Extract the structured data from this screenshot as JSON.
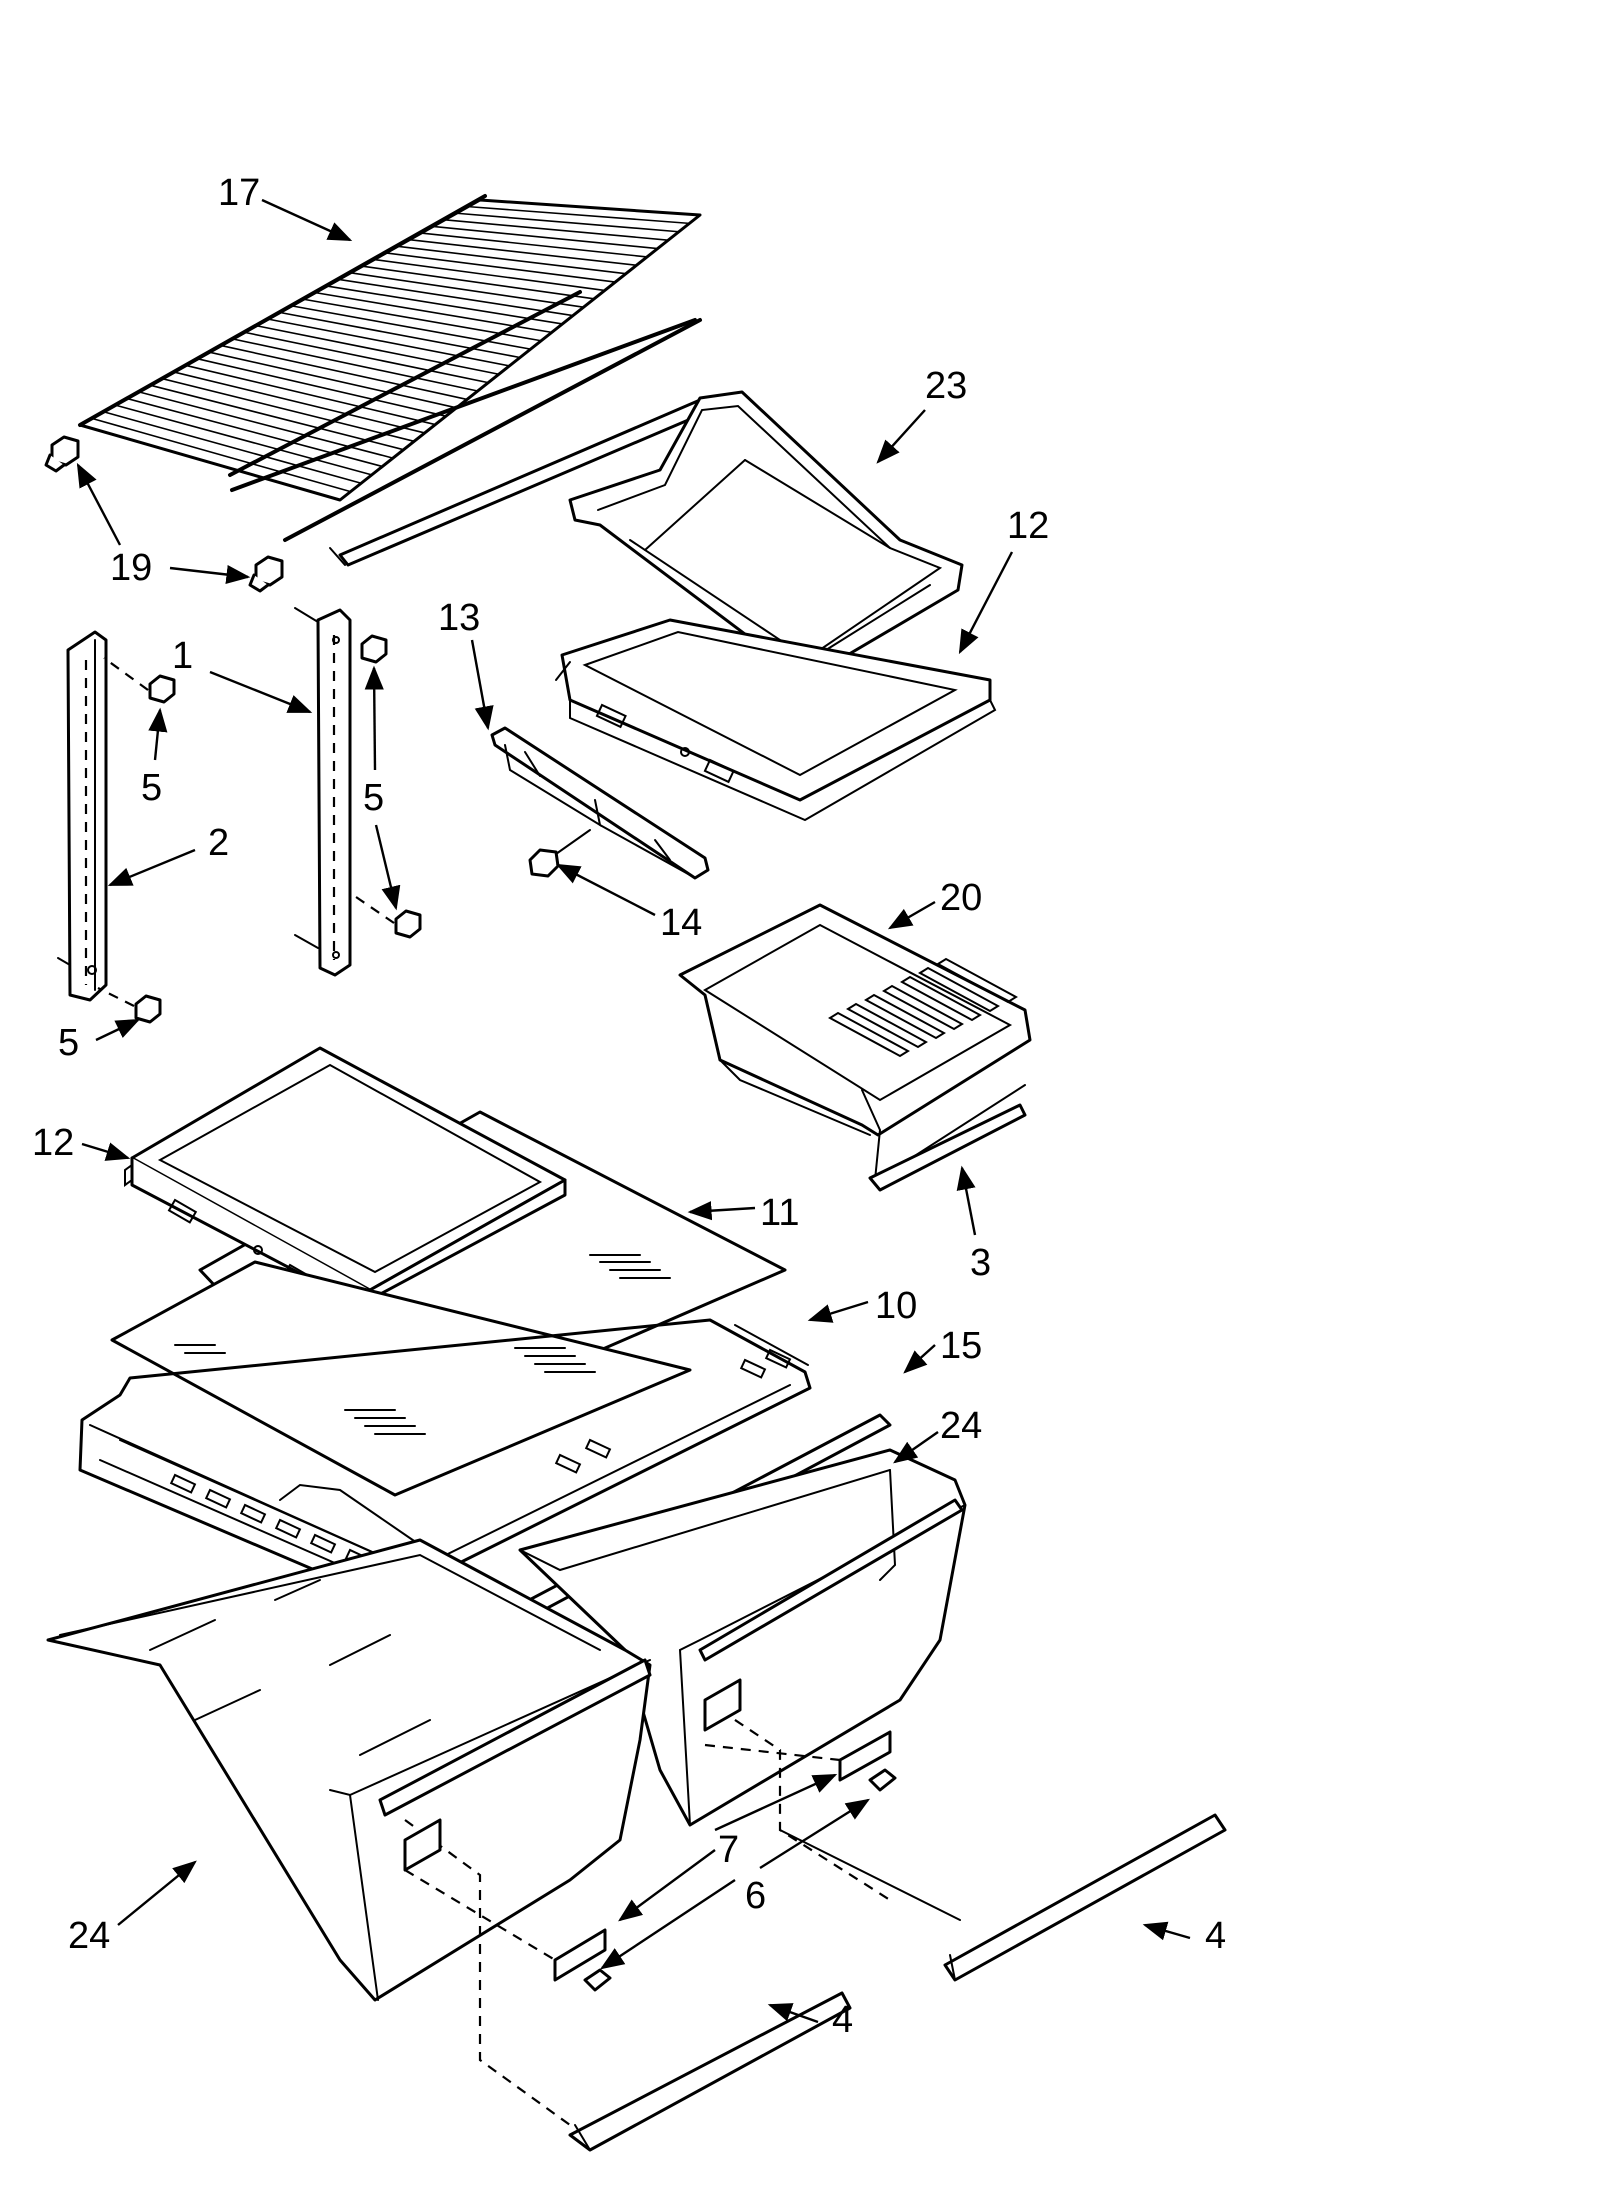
{
  "diagram": {
    "callouts": [
      {
        "id": "c17",
        "text": "17"
      },
      {
        "id": "c23",
        "text": "23"
      },
      {
        "id": "c12a",
        "text": "12"
      },
      {
        "id": "c19",
        "text": "19"
      },
      {
        "id": "c1",
        "text": "1"
      },
      {
        "id": "c13",
        "text": "13"
      },
      {
        "id": "c5a",
        "text": "5"
      },
      {
        "id": "c5b",
        "text": "5"
      },
      {
        "id": "c2",
        "text": "2"
      },
      {
        "id": "c14",
        "text": "14"
      },
      {
        "id": "c20",
        "text": "20"
      },
      {
        "id": "c5c",
        "text": "5"
      },
      {
        "id": "c12b",
        "text": "12"
      },
      {
        "id": "c11",
        "text": "11"
      },
      {
        "id": "c3",
        "text": "3"
      },
      {
        "id": "c10",
        "text": "10"
      },
      {
        "id": "c15",
        "text": "15"
      },
      {
        "id": "c24a",
        "text": "24"
      },
      {
        "id": "c7",
        "text": "7"
      },
      {
        "id": "c6",
        "text": "6"
      },
      {
        "id": "c24b",
        "text": "24"
      },
      {
        "id": "c4a",
        "text": "4"
      },
      {
        "id": "c4b",
        "text": "4"
      }
    ]
  }
}
